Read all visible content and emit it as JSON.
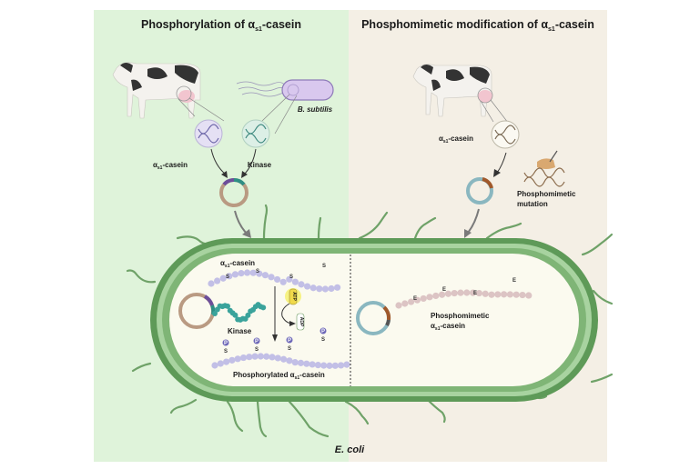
{
  "panels": {
    "left": {
      "title": "Phosphorylation of α",
      "title_sub": "s1",
      "title_suffix": "-casein",
      "background": "#dff3da"
    },
    "right": {
      "title": "Phosphomimetic modification of α",
      "title_sub": "s1",
      "title_suffix": "-casein",
      "background": "#f4efe5"
    }
  },
  "labels": {
    "bsubtilis": "B. subtilis",
    "left_casein_gene": "α",
    "left_casein_gene_sub": "s1",
    "left_casein_gene_suffix": "-casein",
    "kinase_gene": "Kinase",
    "right_casein_gene": "α",
    "right_casein_gene_sub": "s1",
    "right_casein_gene_suffix": "-casein",
    "phosphomimetic_mutation_line1": "Phosphomimetic",
    "phosphomimetic_mutation_line2": "mutation",
    "cell_casein": "α",
    "cell_casein_sub": "s1",
    "cell_casein_suffix": "-casein",
    "kinase_protein": "Kinase",
    "atp": "ATP",
    "adp": "ADP",
    "phosphorylated_casein": "Phosphorylated α",
    "phosphorylated_casein_sub": "s1",
    "phosphorylated_casein_suffix": "-casein",
    "phosphomimetic_casein_line1": "Phosphomimetic",
    "phosphomimetic_casein_line2": "α",
    "phosphomimetic_casein_line2_sub": "s1",
    "phosphomimetic_casein_line2_suffix": "-casein",
    "ecoli": "E. coli",
    "serine": "S",
    "glutamate": "E",
    "phosphate": "P"
  },
  "colors": {
    "cell_wall_dark": "#5e9a58",
    "cell_wall_light": "#a8d3a0",
    "cell_inner": "#fbfaef",
    "casein_bead": "#c2bfe6",
    "mimetic_bead": "#dcc4c4",
    "kinase": "#3aa39b",
    "plasmid_left": "#b99a82",
    "plasmid_right": "#8ab7c0",
    "phosphate": "#6d67b8",
    "bacillus": "#d9c8ee",
    "atp_glow": "#f3ee56"
  }
}
